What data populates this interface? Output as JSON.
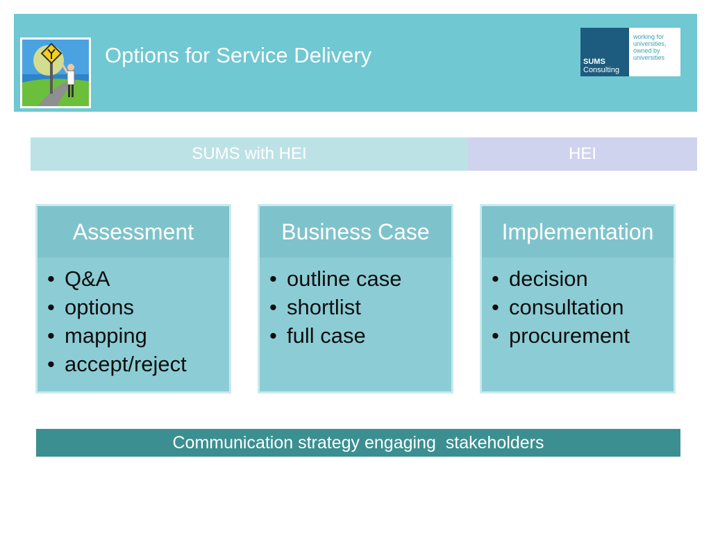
{
  "header": {
    "title": "Options for Service Delivery",
    "clipart_icon": "signpost-clipart-icon",
    "logo": {
      "name_bold": "SUMS",
      "name_rest": "Consulting",
      "tagline": "working for universities, owned by universities"
    }
  },
  "bands": {
    "sums_with_hei": "SUMS with HEI",
    "hei": "HEI"
  },
  "stages": [
    {
      "title": "Assessment",
      "items": [
        "Q&A",
        "options",
        "mapping",
        "accept/reject"
      ]
    },
    {
      "title": "Business Case",
      "items": [
        "outline case",
        "shortlist",
        "full case"
      ]
    },
    {
      "title": "Implementation",
      "items": [
        "decision",
        "consultation",
        "procurement"
      ]
    }
  ],
  "footer": {
    "communication": "Communication strategy engaging  stakeholders"
  },
  "colors": {
    "header_bg": "#6fc8d2",
    "logo_blue": "#1d5c7e",
    "band_sums": "#bde2e6",
    "band_hei": "#cfd3ee",
    "card_head": "#7ec3cc",
    "card_body": "#8ccdd5",
    "comm_bar": "#3b8f91"
  }
}
